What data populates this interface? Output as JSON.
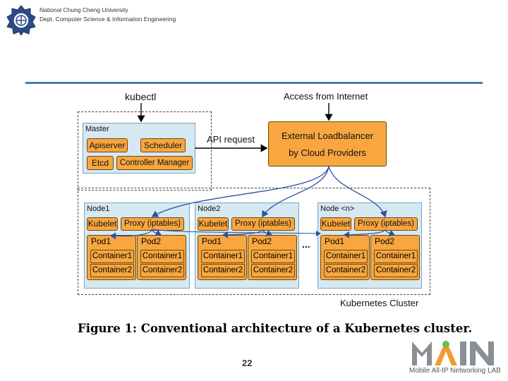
{
  "header": {
    "university": "National Chung Cheng University",
    "department": "Dept. Computer Science & Information Engineering"
  },
  "diagram": {
    "kubectl": "kubectl",
    "access": "Access from Internet",
    "api_request": "API request",
    "master": {
      "title": "Master",
      "apiserver": "Apiserver",
      "scheduler": "Scheduler",
      "etcd": "Etcd",
      "controller_manager": "Controller Manager"
    },
    "loadbalancer": {
      "line1": "External Loadbalancer",
      "line2": "by Cloud Providers"
    },
    "nodes": [
      {
        "title": "Node1",
        "kubelet": "Kubelet",
        "proxy": "Proxy (iptables)",
        "pod1": "Pod1",
        "pod2": "Pod2",
        "c1": "Container1",
        "c2": "Container2"
      },
      {
        "title": "Node2",
        "kubelet": "Kubelet",
        "proxy": "Proxy (iptables)",
        "pod1": "Pod1",
        "pod2": "Pod2",
        "c1": "Container1",
        "c2": "Container2"
      },
      {
        "title": "Node <n>",
        "kubelet": "Kubelet",
        "proxy": "Proxy (iptables)",
        "pod1": "Pod1",
        "pod2": "Pod2",
        "c1": "Container1",
        "c2": "Container2"
      }
    ],
    "ellipsis": "...",
    "cluster_label": "Kubernetes Cluster"
  },
  "caption": "Figure 1: Conventional architecture of a Kubernetes cluster.",
  "page_number": "22",
  "lab": {
    "name": "Mobile All-IP Networking LAB"
  },
  "colors": {
    "orange": "#f7a640",
    "panel": "#d6e8f1",
    "arrow": "#2a4fa8",
    "rule": "#4a78b5"
  }
}
